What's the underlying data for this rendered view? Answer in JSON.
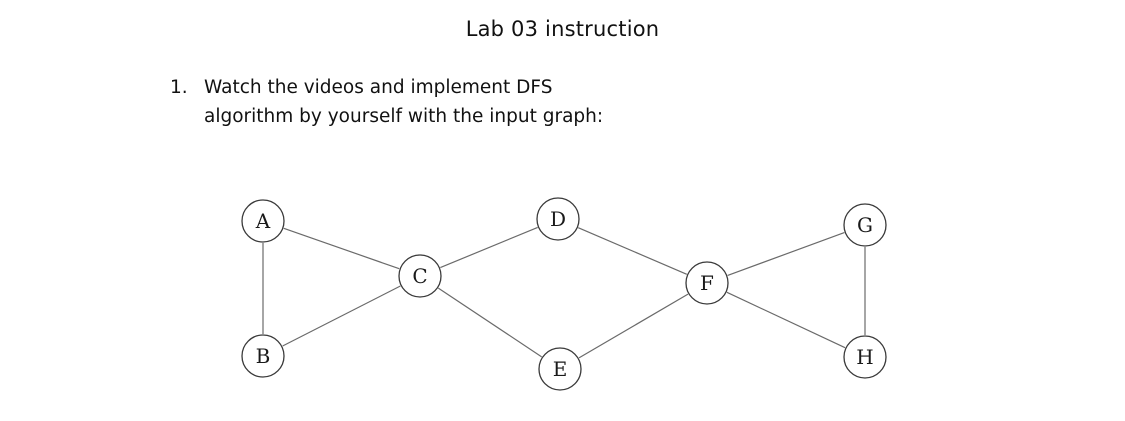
{
  "document": {
    "title": "Lab 03 instruction",
    "instruction": {
      "number": "1.",
      "line1": "Watch the videos and implement DFS",
      "line2": "algorithm by yourself with the input graph:"
    }
  },
  "graph": {
    "nodes": [
      {
        "id": "A",
        "label": "A"
      },
      {
        "id": "B",
        "label": "B"
      },
      {
        "id": "C",
        "label": "C"
      },
      {
        "id": "D",
        "label": "D"
      },
      {
        "id": "E",
        "label": "E"
      },
      {
        "id": "F",
        "label": "F"
      },
      {
        "id": "G",
        "label": "G"
      },
      {
        "id": "H",
        "label": "H"
      }
    ],
    "edges": [
      [
        "A",
        "B"
      ],
      [
        "A",
        "C"
      ],
      [
        "B",
        "C"
      ],
      [
        "C",
        "D"
      ],
      [
        "C",
        "E"
      ],
      [
        "D",
        "F"
      ],
      [
        "E",
        "F"
      ],
      [
        "F",
        "G"
      ],
      [
        "F",
        "H"
      ],
      [
        "G",
        "H"
      ]
    ]
  }
}
